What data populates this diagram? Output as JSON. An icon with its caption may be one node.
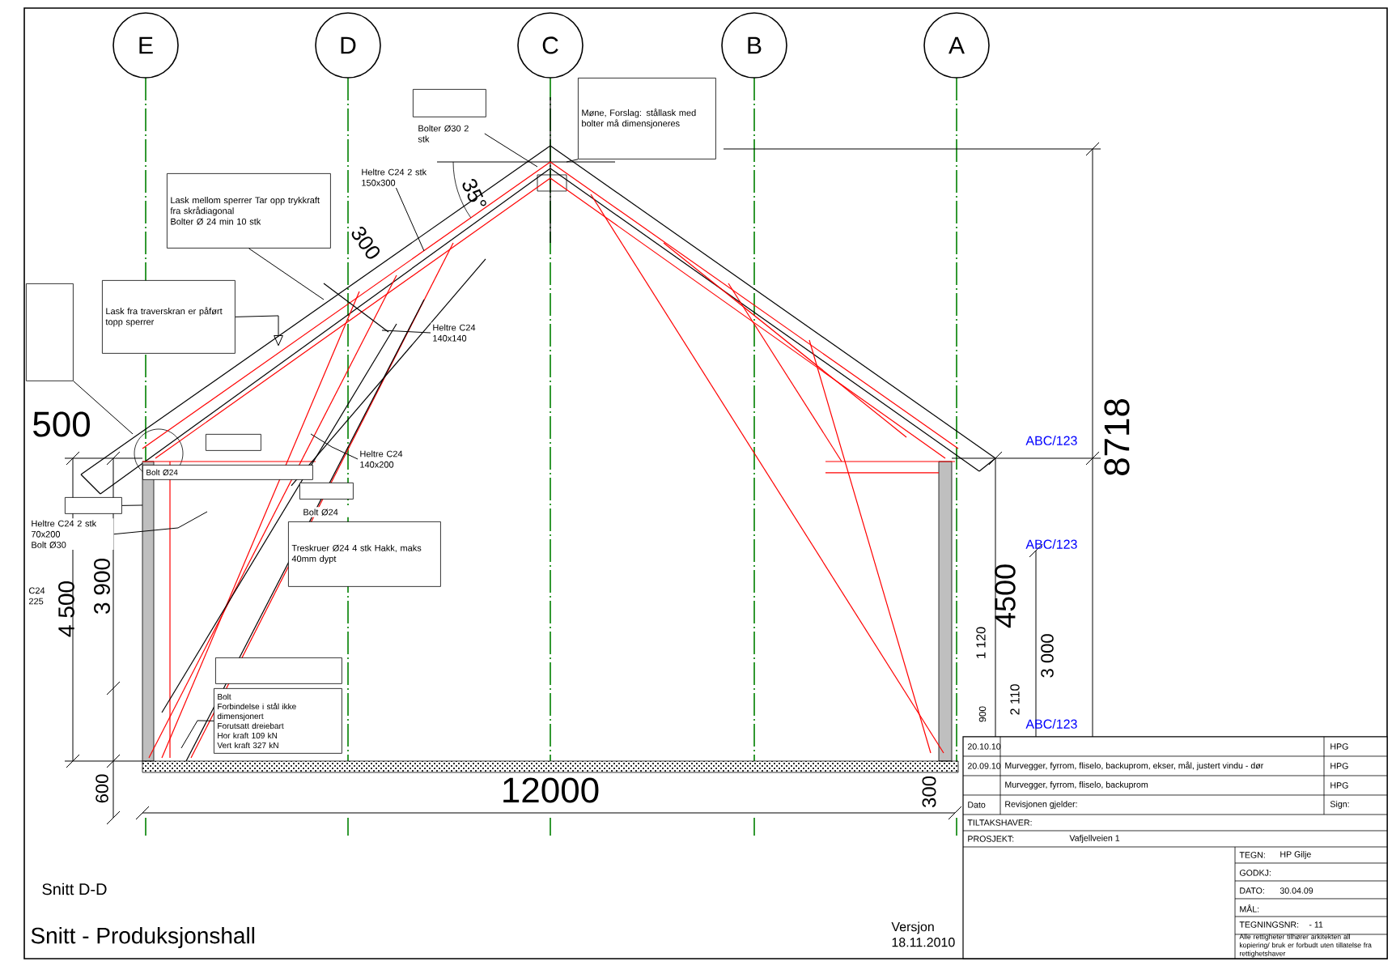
{
  "diagram": {
    "title": "Snitt - Produksjonshall",
    "nodes": [
      {
        "text": [
          "E"
        ]
      },
      {
        "text": [
          "D"
        ]
      },
      {
        "text": [
          "C"
        ]
      },
      {
        "text": [
          "B"
        ]
      },
      {
        "text": [
          "A"
        ]
      },
      {
        "text": [
          "Heltre C24 2 stk 150x300"
        ]
      },
      {
        "text": [
          "Bolter Ø30 2 stk"
        ]
      },
      {
        "text": [
          "Møne, Forslag: stållask med bolter må dimensjoneres"
        ]
      },
      {
        "text": [
          "Lask mellom sperrer Tar opp trykkraft fra skrådiagonal",
          "Bolter Ø 24 min 10 stk"
        ]
      },
      {
        "text": [
          "Lask fra traverskran er påført topp sperrer"
        ]
      },
      {
        "text": [
          "Heltre C24 140x140"
        ]
      },
      {
        "text": [
          "Heltre C24 140x200"
        ]
      },
      {
        "text": [
          "Bolt Ø24"
        ]
      },
      {
        "text": [
          "Bolt Ø24"
        ]
      },
      {
        "text": [
          "Treskruer Ø24 4 stk Hakk, maks 40mm dypt"
        ]
      },
      {
        "text": [
          "Heltre C24 2 stk 70x200",
          "Bolt Ø30"
        ]
      },
      {
        "text": [
          "Bolt",
          "Forbindelse i stål ikke dimensjonert",
          "Forutsatt dreiebart",
          "Hor kraft 109 kN",
          "Vert kraft 327 kN"
        ]
      },
      {
        "text": [],
        "shape": "box"
      },
      {
        "text": [],
        "shape": "box"
      },
      {
        "text": [],
        "shape": "box"
      },
      {
        "text": [],
        "shape": "box"
      },
      {
        "text": [],
        "shape": "box"
      },
      {
        "text": [],
        "shape": "box"
      }
    ],
    "edges": [
      {
        "from": 5,
        "to": null,
        "arrow": "none"
      },
      {
        "from": 6,
        "to": null,
        "arrow": "none"
      },
      {
        "from": 7,
        "to": null,
        "arrow": "none"
      },
      {
        "from": 8,
        "to": null,
        "arrow": "none"
      },
      {
        "from": 9,
        "to": null,
        "arrow": "to"
      },
      {
        "from": 10,
        "to": null,
        "arrow": "none"
      },
      {
        "from": 11,
        "to": null,
        "arrow": "none"
      },
      {
        "from": 15,
        "to": null,
        "arrow": "none"
      },
      {
        "from": 16,
        "to": null,
        "arrow": "none"
      },
      {
        "from": 21,
        "to": null,
        "arrow": "none"
      },
      {
        "from": 22,
        "to": null,
        "arrow": "none"
      }
    ],
    "labels": [
      "500",
      "4 500",
      "3 900",
      "600",
      "300",
      "35°",
      "12000",
      "8718",
      "ABC/123",
      "ABC/123",
      "4500",
      "1 120",
      "3 000",
      "2 110",
      "900",
      "300",
      "ABC/123",
      "Snitt D-D",
      "Versjon 18.11.2010",
      "C24 225",
      "20.10.10",
      "HPG",
      "20.09.10",
      "Murvegger, fyrrom, fliselo, backuprom, ekser, mål, justert vindu - dør",
      "HPG",
      "Murvegger, fyrrom, fliselo, backuprom",
      "HPG",
      "Dato",
      "Revisjonen gjelder:",
      "Sign:",
      "TILTAKSHAVER:",
      "PROSJEKT:",
      "Vafjellveien 1",
      "TEGN:",
      "HP Gilje",
      "GODKJ:",
      "DATO:",
      "30.04.09",
      "MÅL:",
      "TEGNINGSNR:",
      "- 11",
      "Alle rettigheter tilhører arkitekten all kopiering/ bruk er forbudt uten tillatelse fra rettighetshaver"
    ]
  }
}
